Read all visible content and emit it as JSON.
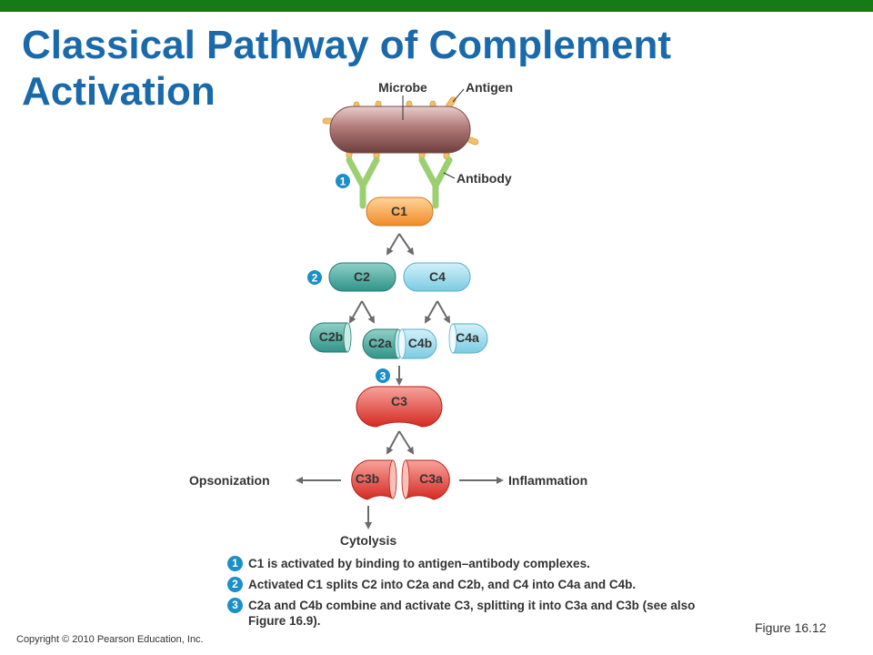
{
  "slide": {
    "title_line1": "Classical Pathway of Complement",
    "title_line2": "Activation",
    "copyright": "Copyright © 2010 Pearson Education, Inc.",
    "figure_ref": "Figure 16.12"
  },
  "diagram": {
    "labels": {
      "microbe": "Microbe",
      "antigen": "Antigen",
      "antibody": "Antibody",
      "c1": "C1",
      "c2": "C2",
      "c4": "C4",
      "c2b": "C2b",
      "c2a": "C2a",
      "c4b": "C4b",
      "c4a": "C4a",
      "c3": "C3",
      "c3b": "C3b",
      "c3a": "C3a",
      "opsonization": "Opsonization",
      "inflammation": "Inflammation",
      "cytolysis": "Cytolysis"
    },
    "steps": [
      {
        "num": "1",
        "text": "C1 is activated by binding to antigen–antibody complexes."
      },
      {
        "num": "2",
        "text": "Activated C1 splits C2 into C2a and C2b, and C4 into C4a and C4b."
      },
      {
        "num": "3",
        "text": "C2a and C4b combine and activate C3, splitting it into C3a and C3b (see also Figure 16.9)."
      }
    ],
    "colors": {
      "title": "#1a6aab",
      "top_bar": "#177a17",
      "microbe": "#a56b6a",
      "antibody": "#9ccf72",
      "c1": "#f5a040",
      "c2": "#3aa59a",
      "c4": "#8fd7ea",
      "c3": "#e03c34",
      "step_badge": "#1d8fc8"
    }
  }
}
